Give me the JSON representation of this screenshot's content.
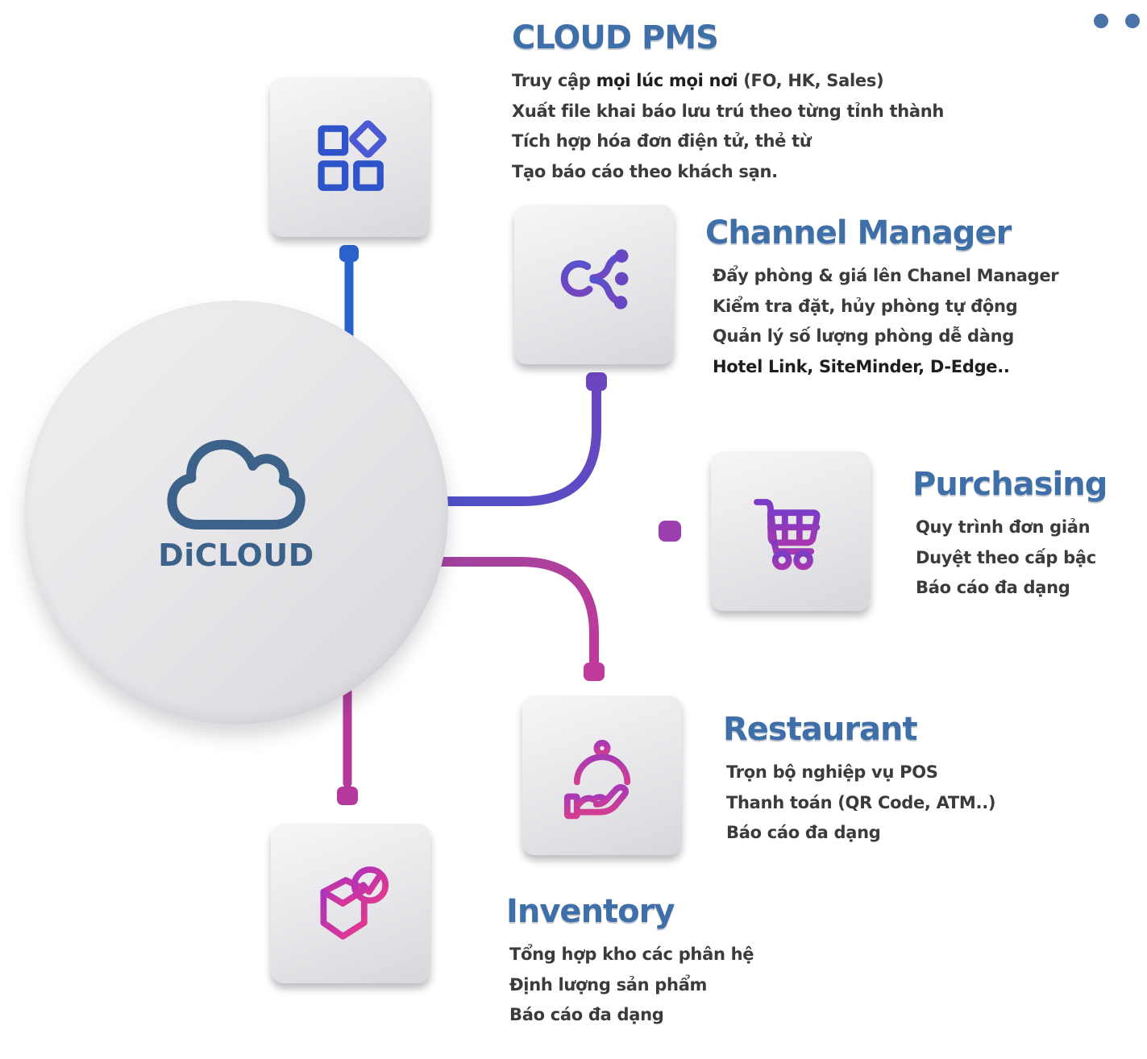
{
  "center": {
    "label": "DiCLOUD"
  },
  "decor": {
    "corner_dots": 2,
    "dots_color": "#4a74a8"
  },
  "colors": {
    "title_blue": "#3e6fa8",
    "body_gray": "#3b3b3e",
    "brand_blue": "#3d6289",
    "pms_accent": "#2a62cc",
    "channel_accent": "#5a4ec4",
    "purchasing_accent": "#9c3fae",
    "restaurant_accent": "#bf3a9a",
    "inventory_accent": "#b5399c"
  },
  "sections": {
    "pms": {
      "title": "CLOUD PMS",
      "icon": "app-grid-icon",
      "line1_pre": "Truy cập ",
      "line1_bold": "mọi lúc mọi nơi",
      "line1_post": " (FO, HK, Sales)",
      "line2": "Xuất file khai báo lưu trú theo từng tỉnh thành",
      "line3": "Tích hợp hóa đơn điện tử, thẻ từ",
      "line4": "Tạo báo cáo theo khách sạn."
    },
    "channel": {
      "title": "Channel Manager",
      "icon": "branch-hub-icon",
      "line1": "Đẩy phòng & giá lên Chanel Manager",
      "line2": "Kiểm tra đặt, hủy phòng tự động",
      "line3": "Quản lý số lượng phòng dễ dàng",
      "line4_bold": "Hotel Link, SiteMinder, D-Edge.."
    },
    "purchasing": {
      "title": "Purchasing",
      "icon": "shopping-cart-icon",
      "line1": "Quy trình đơn giản",
      "line2": "Duyệt theo cấp bậc",
      "line3": "Báo cáo đa dạng"
    },
    "restaurant": {
      "title": "Restaurant",
      "icon": "serving-cloche-icon",
      "line1": "Trọn bộ nghiệp vụ POS",
      "line2": "Thanh toán (QR Code, ATM..)",
      "line3": "Báo cáo đa dạng"
    },
    "inventory": {
      "title": "Inventory",
      "icon": "box-check-icon",
      "line1": "Tổng hợp kho các phân hệ",
      "line2": "Định lượng sản phẩm",
      "line3": "Báo cáo đa dạng"
    }
  }
}
